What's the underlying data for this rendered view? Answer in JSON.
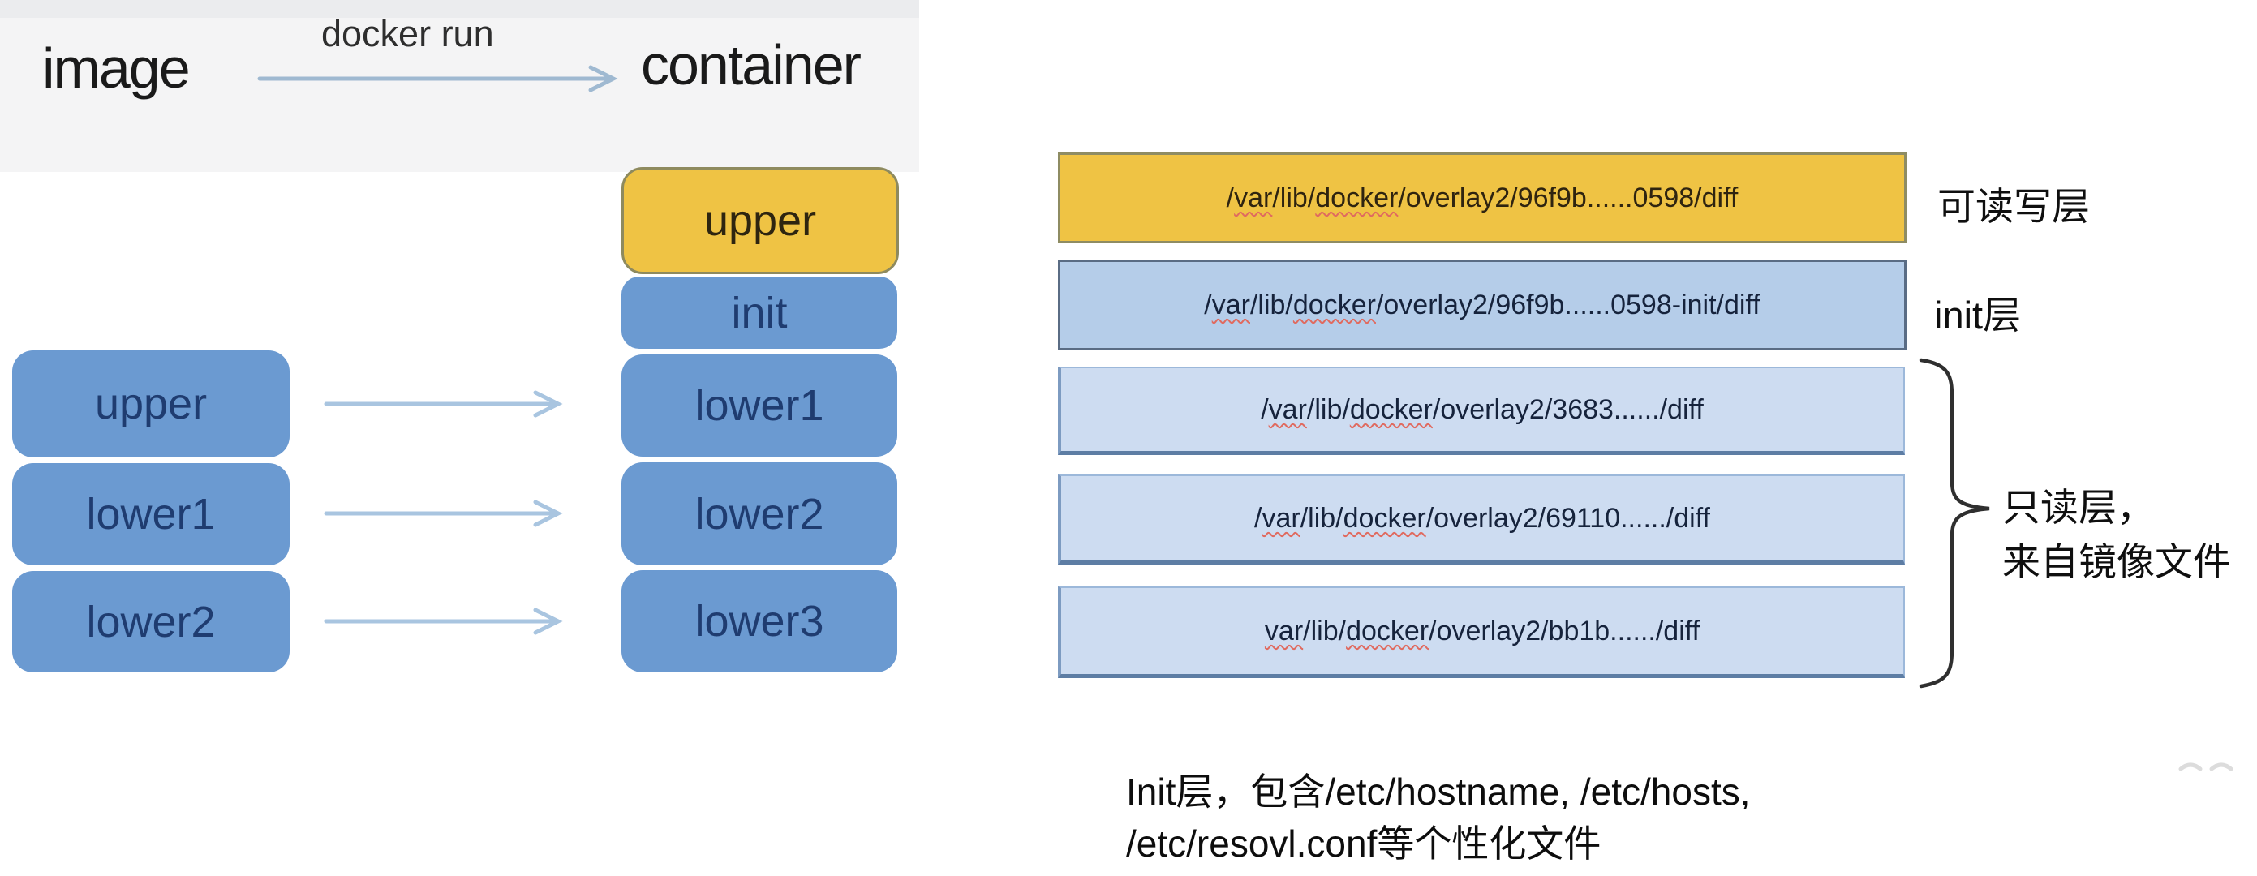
{
  "top_flow": {
    "image_label": "image",
    "arrow_label": "docker run",
    "container_label": "container"
  },
  "image_stack": {
    "boxes": [
      {
        "label": "upper"
      },
      {
        "label": "lower1"
      },
      {
        "label": "lower2"
      }
    ]
  },
  "container_stack": {
    "boxes": [
      {
        "label": "upper"
      },
      {
        "label": "init"
      },
      {
        "label": "lower1"
      },
      {
        "label": "lower2"
      },
      {
        "label": "lower3"
      }
    ]
  },
  "overlay_bars": [
    {
      "kind": "read-write",
      "side_label": "可读写层",
      "segments": [
        {
          "text": "/"
        },
        {
          "text": "var",
          "wavy": true
        },
        {
          "text": "/lib/"
        },
        {
          "text": "docker",
          "wavy": true
        },
        {
          "text": "/overlay2/96f9b......0598/diff"
        }
      ]
    },
    {
      "kind": "init",
      "side_label": "init层",
      "segments": [
        {
          "text": "/"
        },
        {
          "text": "var",
          "wavy": true
        },
        {
          "text": "/lib/"
        },
        {
          "text": "docker",
          "wavy": true
        },
        {
          "text": "/overlay2/96f9b......0598-init/diff"
        }
      ]
    },
    {
      "kind": "read-only",
      "segments": [
        {
          "text": "/"
        },
        {
          "text": "var",
          "wavy": true
        },
        {
          "text": "/lib/"
        },
        {
          "text": "docker",
          "wavy": true
        },
        {
          "text": "/overlay2/3683....../diff"
        }
      ]
    },
    {
      "kind": "read-only",
      "segments": [
        {
          "text": "/"
        },
        {
          "text": "var",
          "wavy": true
        },
        {
          "text": "/lib/"
        },
        {
          "text": "docker",
          "wavy": true
        },
        {
          "text": "/overlay2/69110....../diff"
        }
      ]
    },
    {
      "kind": "read-only",
      "segments": [
        {
          "text": "var",
          "wavy": true
        },
        {
          "text": "/lib/"
        },
        {
          "text": "docker",
          "wavy": true
        },
        {
          "text": "/overlay2/bb1b....../diff"
        }
      ]
    }
  ],
  "ro_group_label": {
    "line1": "只读层，",
    "line2": "来自镜像文件"
  },
  "footnote": {
    "line1": "Init层，包含/etc/hostname, /etc/hosts,",
    "line2": "/etc/resovl.conf等个性化文件"
  },
  "colors": {
    "box_blue": "#6b9ad1",
    "box_text_navy": "#1f3c70",
    "layer_yellow": "#efc344",
    "layer_init_blue": "#b5cde9",
    "layer_ro_blue": "#cddcf1",
    "arrow_blue": "#a9c5e0",
    "misspell_red": "#e06a5f"
  }
}
